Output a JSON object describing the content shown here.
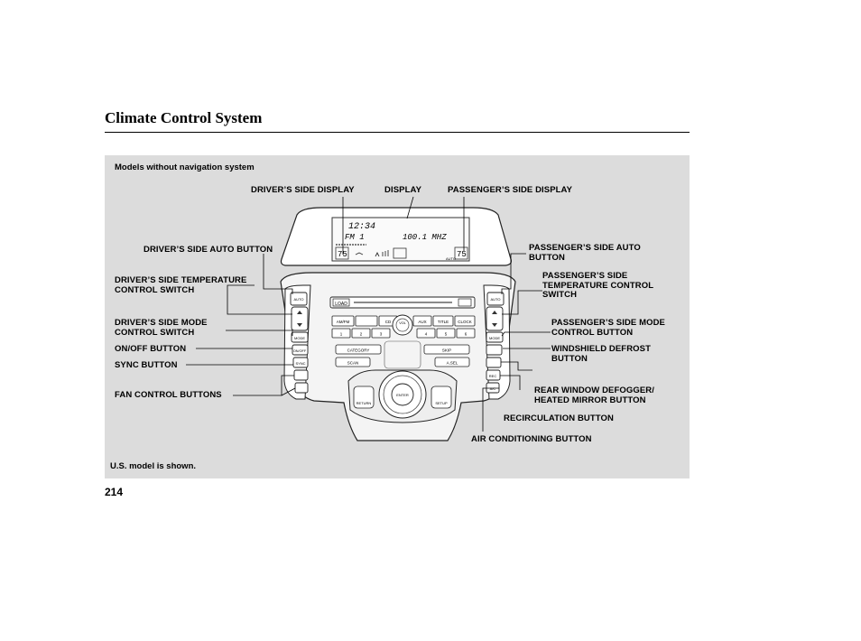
{
  "page": {
    "title": "Climate Control System",
    "number": "214"
  },
  "figure": {
    "caption_top": "Models without navigation system",
    "caption_bottom": "U.S. model is shown.",
    "labels": {
      "drivers_display": "DRIVER’S SIDE DISPLAY",
      "display": "DISPLAY",
      "passengers_display": "PASSENGER’S SIDE DISPLAY",
      "drivers_auto": "DRIVER’S SIDE AUTO BUTTON",
      "passengers_auto": "PASSENGER’S SIDE AUTO BUTTON",
      "drivers_temp": "DRIVER’S SIDE TEMPERATURE CONTROL SWITCH",
      "passengers_temp": "PASSENGER’S SIDE TEMPERATURE CONTROL SWITCH",
      "drivers_mode": "DRIVER’S SIDE MODE CONTROL SWITCH",
      "passengers_mode": "PASSENGER’S SIDE MODE CONTROL BUTTON",
      "on_off": "ON/OFF BUTTON",
      "windshield_defrost": "WINDSHIELD DEFROST BUTTON",
      "sync": "SYNC BUTTON",
      "rear_defogger": "REAR WINDOW DEFOGGER/ HEATED MIRROR BUTTON",
      "fan": "FAN CONTROL BUTTONS",
      "recirculation": "RECIRCULATION BUTTON",
      "air_conditioning": "AIR CONDITIONING BUTTON"
    },
    "screen": {
      "clock": "12:34",
      "band": "FM 1",
      "frequency": "100.1 MHZ",
      "left_temp": "75",
      "right_temp": "75",
      "mode_text": "AUTO"
    },
    "panel_buttons": {
      "load": "LOAD",
      "am_fm": "AM/FM",
      "cd": "CD",
      "vol": "VOL",
      "aux": "AUX",
      "title": "TITLE",
      "clock": "CLOCK",
      "presets": [
        "1",
        "2",
        "3",
        "4",
        "5",
        "6"
      ],
      "category": "CATEGORY",
      "scan": "SCAN",
      "skip": "SKIP",
      "asel": "A.SEL",
      "return": "RETURN",
      "setup": "SETUP",
      "enter": "ENTER",
      "mode": "MODE",
      "on_off": "ON/OFF",
      "sync": "SYNC",
      "auto": "AUTO",
      "rec": "REC",
      "ac": "A/C"
    }
  }
}
